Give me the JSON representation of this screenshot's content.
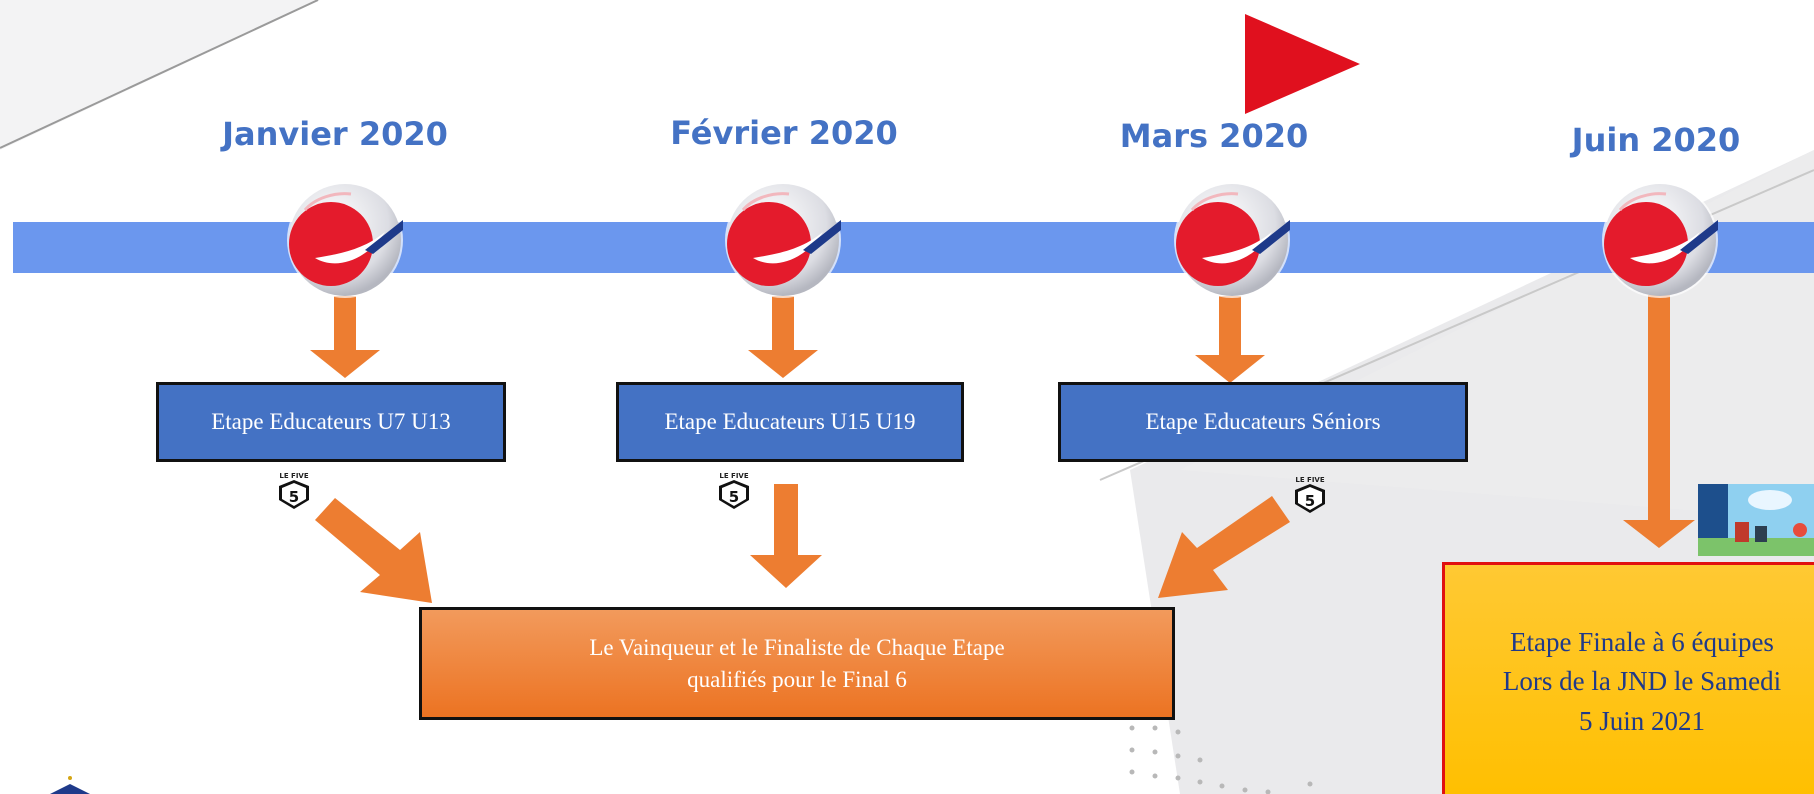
{
  "timeline": {
    "months": [
      "Janvier  2020",
      "Février  2020",
      "Mars 2020",
      "Juin 2020"
    ]
  },
  "stages": [
    {
      "label": "Etape Educateurs U7 U13"
    },
    {
      "label": "Etape Educateurs U15 U19"
    },
    {
      "label": "Etape Educateurs Séniors"
    }
  ],
  "qualification": {
    "line1": "Le Vainqueur et le Finaliste de Chaque Etape",
    "line2": "qualifiés pour le Final 6"
  },
  "final": {
    "line1": "Etape Finale à 6 équipes",
    "line2": "Lors de la JND le Samedi",
    "line3": "5 Juin 2021"
  },
  "badge": {
    "top": "LE FIVE",
    "number": "5"
  },
  "colors": {
    "timeline_bar": "#6b97ee",
    "month_text": "#4472c4",
    "stage_box": "#4472c4",
    "arrow": "#ed7d31",
    "final_box": "#ffc000",
    "final_border": "#e01010",
    "play_marker": "#e0101e"
  },
  "icons": [
    "play-triangle-icon",
    "football-icon",
    "le-five-badge-icon",
    "event-poster-thumbnail"
  ]
}
